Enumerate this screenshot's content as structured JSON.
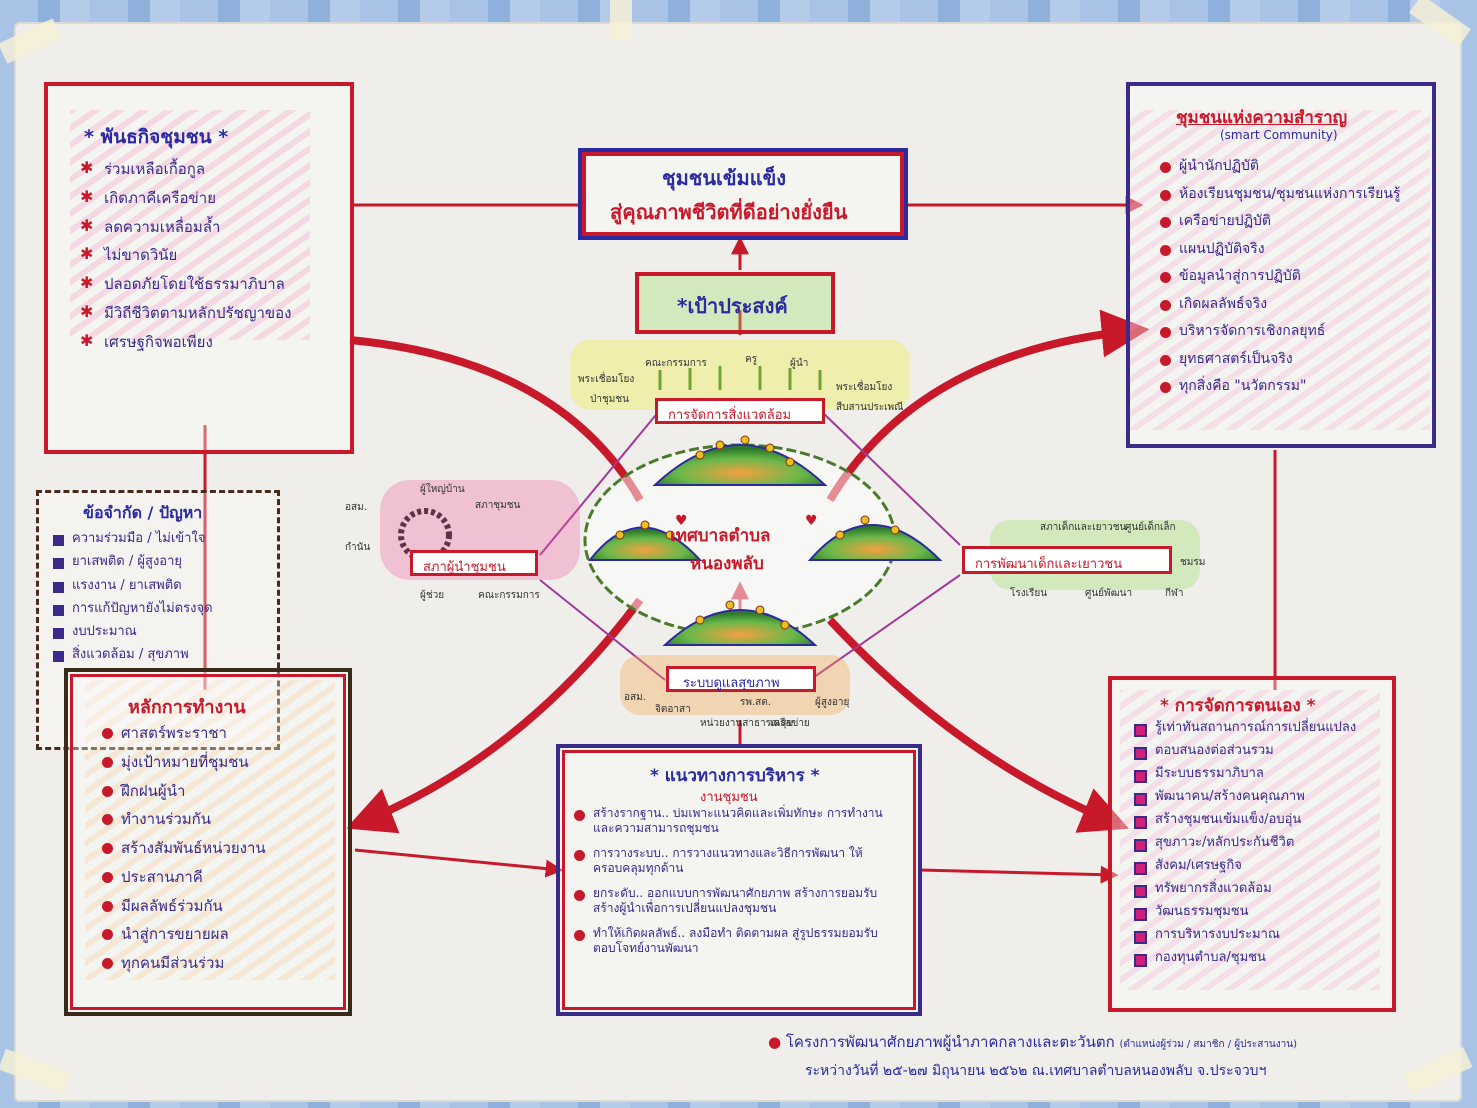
{
  "colors": {
    "red": "#c8192a",
    "blue": "#2b2aa0",
    "yellow": "#f2ee3a",
    "pink": "#f05aa0",
    "green": "#9be06a",
    "orange": "#f7a448"
  },
  "top": {
    "main_line1": "ชุมชนเข้มแข็ง",
    "main_line2": "สู่คุณภาพชีวิตที่ดีอย่างยั่งยืน",
    "purpose": "*เป้าประสงค์"
  },
  "left_top": {
    "title": "* พันธกิจชุมชน *",
    "items": [
      "ร่วมเหลือเกื้อกูล",
      "เกิดภาคีเครือข่าย",
      "ลดความเหลื่อมล้ำ",
      "ไม่ขาดวินัย",
      "ปลอดภัยโดยใช้ธรรมาภิบาล",
      "มีวิถีชีวิตตามหลักปรัชญาของ",
      "เศรษฐกิจพอเพียง"
    ]
  },
  "left_mid": {
    "title": "ข้อจำกัด / ปัญหา",
    "items": [
      "ความร่วมมือ / ไม่เข้าใจ",
      "ยาเสพติด / ผู้สูงอายุ",
      "แรงงาน / ยาเสพติด",
      "การแก้ปัญหายังไม่ตรงจุด",
      "งบประมาณ",
      "สิ่งแวดล้อม / สุขภาพ"
    ]
  },
  "left_bot": {
    "title": "หลักการทำงาน",
    "items": [
      "ศาสตร์พระราชา",
      "มุ่งเป้าหมายที่ชุมชน",
      "ฝึกฝนผู้นำ",
      "ทำงานร่วมกัน",
      "สร้างสัมพันธ์หน่วยงาน",
      "ประสานภาคี",
      "มีผลลัพธ์ร่วมกัน",
      "นำสู่การขยายผล",
      "ทุกคนมีส่วนร่วม"
    ]
  },
  "right_top": {
    "title": "ชุมชนแห่งความสำราญ",
    "subtitle": "(smart Community)",
    "items": [
      "ผู้นำนักปฏิบัติ",
      "ห้องเรียนชุมชน/ชุมชนแห่งการเรียนรู้",
      "เครือข่ายปฏิบัติ",
      "แผนปฏิบัติจริง",
      "ข้อมูลนำสู่การปฏิบัติ",
      "เกิดผลลัพธ์จริง",
      "บริหารจัดการเชิงกลยุทธ์",
      "ยุทธศาสตร์เป็นจริง",
      "ทุกสิ่งคือ \"นวัตกรรม\""
    ]
  },
  "right_bot": {
    "title": "* การจัดการตนเอง *",
    "items": [
      "รู้เท่าทันสถานการณ์การเปลี่ยนแปลง",
      "ตอบสนองต่อส่วนรวม",
      "มีระบบธรรมาภิบาล",
      "พัฒนาคน/สร้างคนคุณภาพ",
      "สร้างชุมชนเข้มแข็ง/อบอุ่น",
      "สุขภาวะ/หลักประกันชีวิต",
      "สังคม/เศรษฐกิจ",
      "ทรัพยากรสิ่งแวดล้อม",
      "วัฒนธรรมชุมชน",
      "การบริหารงบประมาณ",
      "กองทุนตำบล/ชุมชน"
    ]
  },
  "bottom": {
    "title": "* แนวทางการบริหาร *",
    "subtitle": "งานชุมชน",
    "items": [
      "สร้างรากฐาน.. บ่มเพาะแนวคิดและเพิ่มทักษะ การทำงานและความสามารถชุมชน",
      "การวางระบบ.. การวางแนวทางและวิธีการพัฒนา ให้ครอบคลุมทุกด้าน",
      "ยกระดับ.. ออกแบบการพัฒนาศักยภาพ สร้างการยอมรับ สร้างผู้นำเพื่อการเปลี่ยนแปลงชุมชน",
      "ทำให้เกิดผลลัพธ์.. ลงมือทำ ติดตามผล สู่รูปธรรมยอมรับ ตอบโจทย์งานพัฒนา"
    ]
  },
  "center": {
    "line1": "เทศบาลตำบล",
    "line2": "หนองพลับ",
    "env_label": "การจัดการสิ่งแวดล้อม",
    "left_label": "สภาผู้นำชุมชน",
    "right_label": "การพัฒนาเด็กและเยาวชน",
    "bottom_label": "ระบบดูแลสุขภาพ"
  },
  "small_labels": {
    "env": [
      "พระเชื่อมโยง",
      "คณะกรรมการ",
      "ครู",
      "ผู้นำ",
      "ป่าชุมชน",
      "พระเชื่อมโยง",
      "สืบสานประเพณี"
    ],
    "left": [
      "ผู้ใหญ่บ้าน",
      "สภาชุมชน",
      "อสม.",
      "กำนัน",
      "ผู้ช่วย",
      "คณะกรรมการ"
    ],
    "right": [
      "สภาเด็กและเยาวชน",
      "ศูนย์เด็กเล็ก",
      "โรงเรียน",
      "ศูนย์พัฒนา",
      "กีฬา",
      "ชมรม"
    ],
    "health": [
      "อสม.",
      "รพ.สต.",
      "จิตอาสา",
      "ผู้สูงอายุ",
      "หน่วยงานสาธารณสุข",
      "เครือข่าย"
    ]
  },
  "footer": {
    "line1": "โครงการพัฒนาศักยภาพผู้นำภาคกลางและตะวันตก",
    "line1b": "(ตำแหน่งผู้ร่วม / สมาชิก / ผู้ประสานงาน)",
    "line2": "ระหว่างวันที่ ๒๕-๒๗ มิถุนายน ๒๕๖๒ ณ.เทศบาลตำบลหนองพลับ จ.ประจวบฯ"
  }
}
